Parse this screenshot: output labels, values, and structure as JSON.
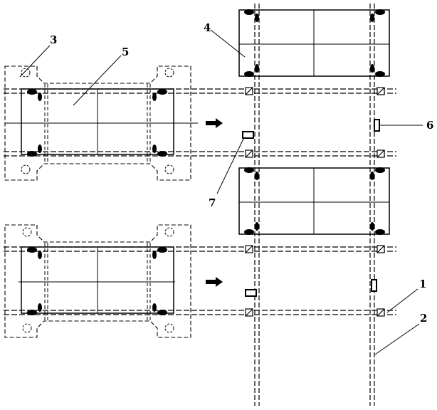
{
  "diagram": {
    "callouts": [
      {
        "id": "c1",
        "text": "1"
      },
      {
        "id": "c2",
        "text": "2"
      },
      {
        "id": "c3",
        "text": "3"
      },
      {
        "id": "c4",
        "text": "4"
      },
      {
        "id": "c5",
        "text": "5"
      },
      {
        "id": "c6",
        "text": "6"
      },
      {
        "id": "c7",
        "text": "7"
      }
    ],
    "colors": {
      "ink": "#000000",
      "background": "#ffffff"
    }
  }
}
